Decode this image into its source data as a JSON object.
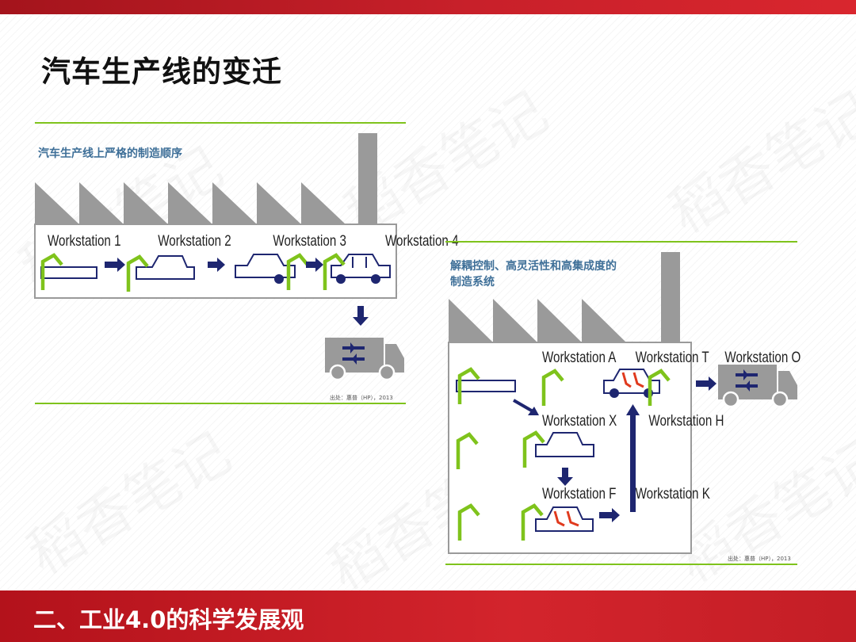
{
  "title": "汽车生产线的变迁",
  "footer": "二、工业4.0的科学发展观",
  "watermark_text": "稻香笔记",
  "colors": {
    "brand_red": "#c41e26",
    "navy": "#1e2670",
    "green": "#7fc31c",
    "red_parts": "#e03a1e",
    "gray": "#9a9a9a",
    "caption_blue": "#3e6f98"
  },
  "left_panel": {
    "caption": "汽车生产线上严格的制造顺序",
    "workstations": [
      "Workstation 1",
      "Workstation 2",
      "Workstation 3",
      "Workstation 4"
    ],
    "source": "出处：惠普（HP），2013"
  },
  "right_panel": {
    "caption_line1": "解耦控制、高灵活性和高集成度的",
    "caption_line2": "制造系统",
    "workstations": {
      "a": "Workstation A",
      "t": "Workstation T",
      "o": "Workstation O",
      "x": "Workstation X",
      "h": "Workstation H",
      "f": "Workstation F",
      "k": "Workstation K"
    },
    "source": "出处：惠普（HP），2013"
  }
}
